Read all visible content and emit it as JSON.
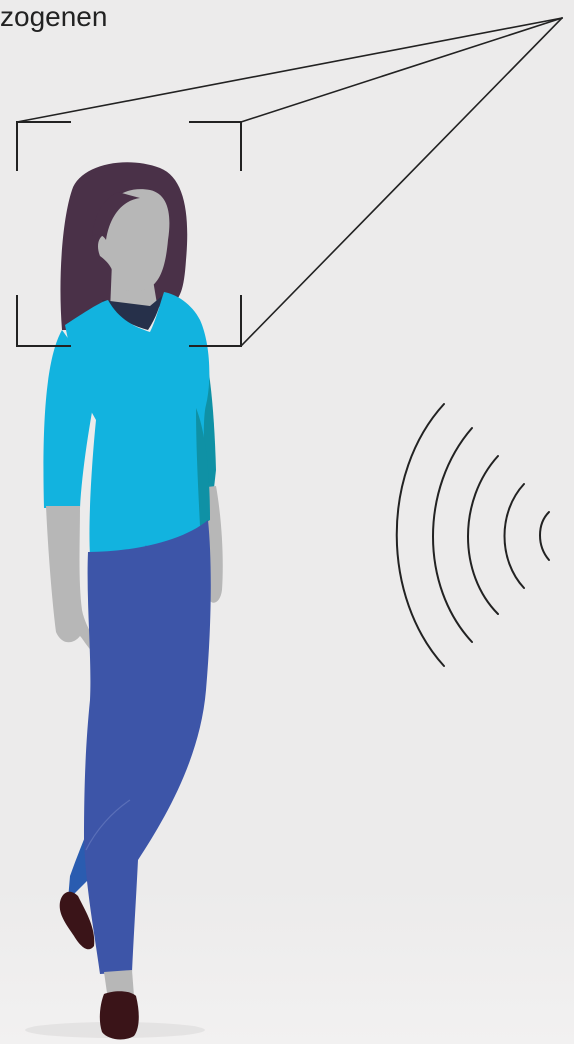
{
  "caption": {
    "text": "zogenen"
  },
  "illustration": {
    "person": "walking-woman",
    "camera_focus": "face-detection-frame",
    "signal": "wireless-signal-waves",
    "signal_arc_count": 5
  },
  "colors": {
    "background": "#ECEBEB",
    "hair": "#4A3148",
    "skin": "#B7B7B7",
    "sweater": "#12B3DF",
    "sweater_shadow": "#0F91A5",
    "jeans": "#3D55A8",
    "jeans_dark": "#2A5CB0",
    "shoes": "#3A1418",
    "collar": "#26304A",
    "lines": "#222222"
  }
}
